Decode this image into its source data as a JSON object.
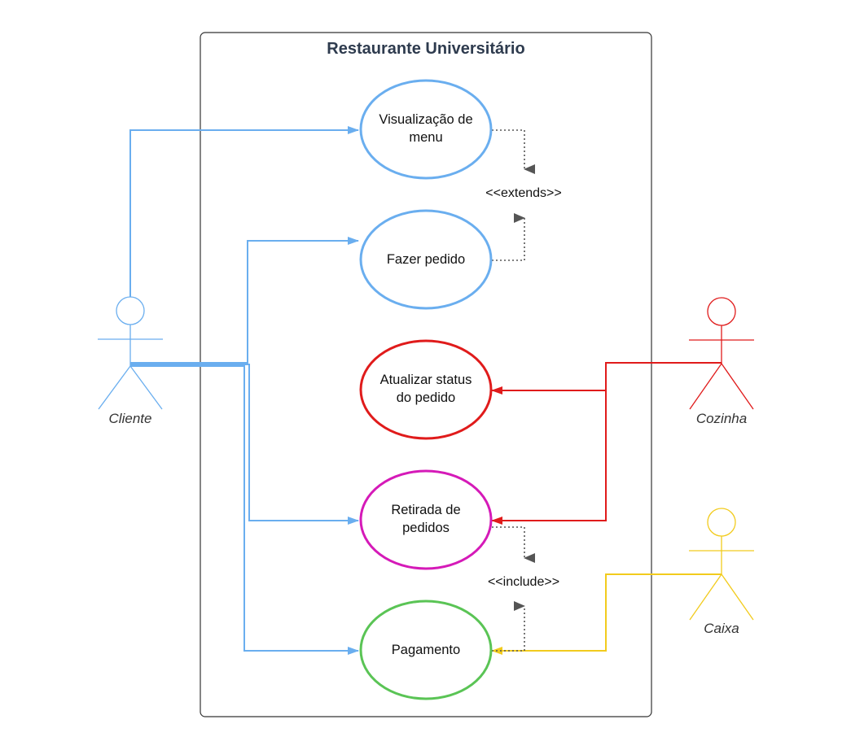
{
  "system": {
    "title": "Restaurante Universitário"
  },
  "use_cases": {
    "visualizacao": {
      "line1": "Visualização de",
      "line2": "menu"
    },
    "fazer_pedido": {
      "line1": "Fazer pedido"
    },
    "atualizar": {
      "line1": "Atualizar status",
      "line2": "do pedido"
    },
    "retirada": {
      "line1": "Retirada de",
      "line2": "pedidos"
    },
    "pagamento": {
      "line1": "Pagamento"
    }
  },
  "stereotypes": {
    "extends": "<<extends>>",
    "include": "<<include>>"
  },
  "actors": {
    "cliente": {
      "label": "Cliente"
    },
    "cozinha": {
      "label": "Cozinha"
    },
    "caixa": {
      "label": "Caixa"
    }
  },
  "colors": {
    "cliente": "#6aaeef",
    "cozinha": "#e01b1b",
    "caixa": "#f2cb1d",
    "visualizacao": "#6aaeef",
    "fazer_pedido": "#6aaeef",
    "atualizar": "#e01b1b",
    "retirada": "#d51ab8",
    "pagamento": "#5ac455",
    "boundary": "#333333",
    "dotted": "#666666"
  }
}
